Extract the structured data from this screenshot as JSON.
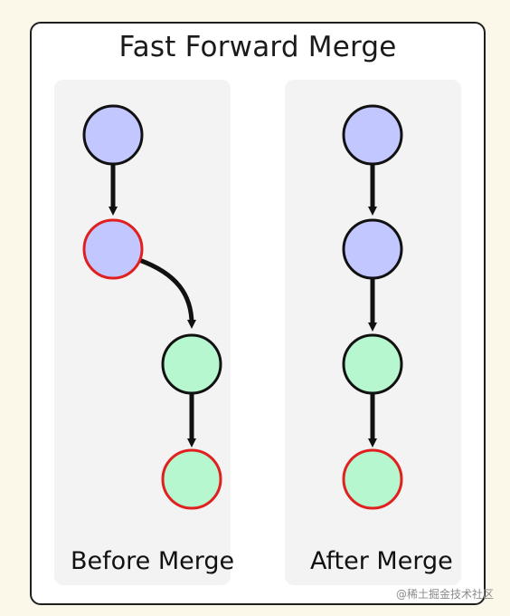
{
  "diagram": {
    "title": "Fast Forward Merge",
    "panels": [
      {
        "id": "before",
        "label": "Before Merge"
      },
      {
        "id": "after",
        "label": "After Merge"
      }
    ],
    "colors": {
      "main_node_fill": "#c2c7ff",
      "branch_node_fill": "#b7f7cf",
      "normal_stroke": "#111111",
      "head_stroke": "#e0201f"
    }
  },
  "watermark": "@稀土掘金技术社区"
}
